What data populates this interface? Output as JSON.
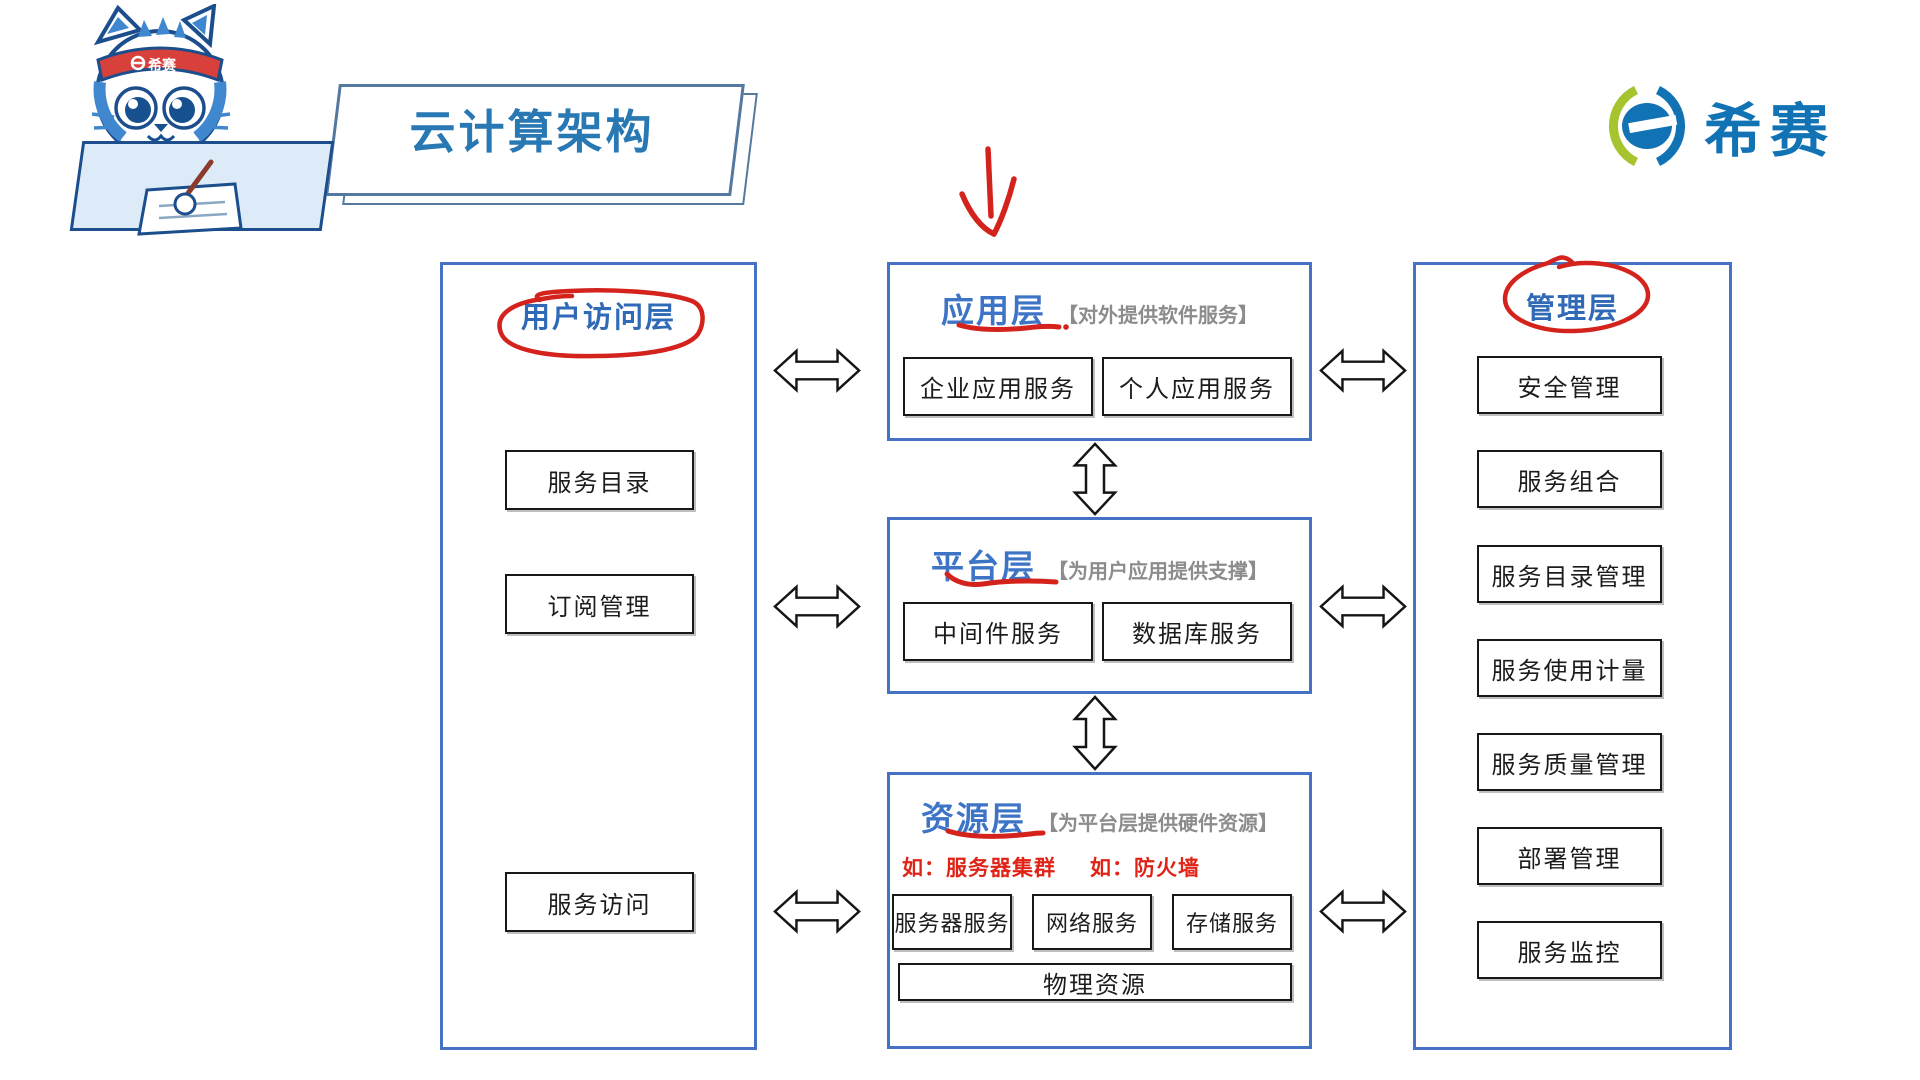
{
  "header": {
    "title": "云计算架构",
    "brand": {
      "logo_text": "希赛"
    },
    "mascot": {
      "headband_text": "希赛"
    }
  },
  "colors": {
    "panel_border_blue": "#4472C4",
    "heading_blue": "#3069B5",
    "layer_title_blue": "#3D74C6",
    "title_blue": "#2878B4",
    "annotation_red": "#D4231D",
    "note_red": "#E02317",
    "subtitle_gray": "#8C8C8C"
  },
  "diagram": {
    "user_access_layer": {
      "title": "用户访问层",
      "items": [
        "服务目录",
        "订阅管理",
        "服务访问"
      ]
    },
    "middle_layers": [
      {
        "title": "应用层",
        "subtitle": "【对外提供软件服务】",
        "boxes": [
          "企业应用服务",
          "个人应用服务"
        ]
      },
      {
        "title": "平台层",
        "subtitle": "【为用户应用提供支撑】",
        "boxes": [
          "中间件服务",
          "数据库服务"
        ]
      },
      {
        "title": "资源层",
        "subtitle": "【为平台层提供硬件资源】",
        "notes": [
          "如：服务器集群",
          "如：防火墙"
        ],
        "boxes": [
          "服务器服务",
          "网络服务",
          "存储服务"
        ],
        "base_box": "物理资源"
      }
    ],
    "management_layer": {
      "title": "管理层",
      "items": [
        "安全管理",
        "服务组合",
        "服务目录管理",
        "服务使用计量",
        "服务质量管理",
        "部署管理",
        "服务监控"
      ]
    }
  }
}
